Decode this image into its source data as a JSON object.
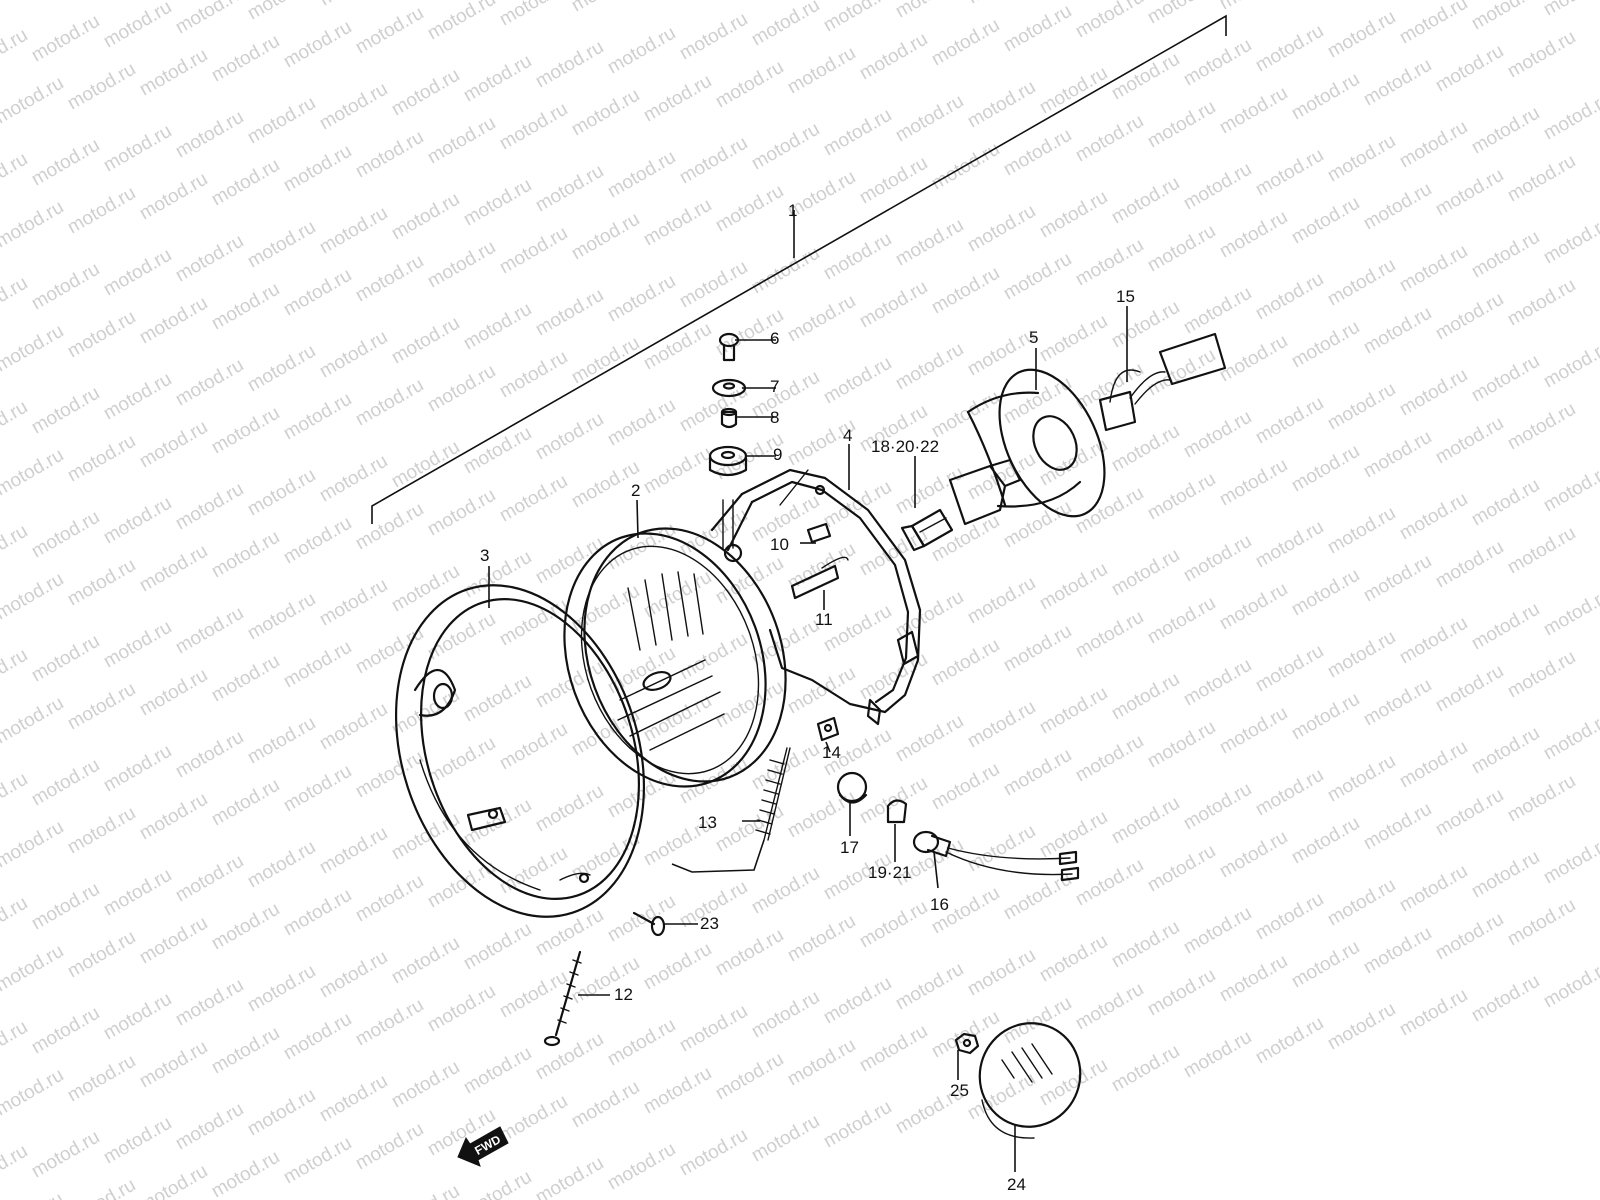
{
  "watermark": "motod.ru",
  "fwd_label": "FWD",
  "callouts": {
    "c1": "1",
    "c2": "2",
    "c3": "3",
    "c4": "4",
    "c5": "5",
    "c6": "6",
    "c7": "7",
    "c8": "8",
    "c9": "9",
    "c10": "10",
    "c11": "11",
    "c12": "12",
    "c13": "13",
    "c14": "14",
    "c15": "15",
    "c16": "16",
    "c17": "17",
    "c18_20_22": "18·20·22",
    "c19_21": "19·21",
    "c23": "23",
    "c24": "24",
    "c25": "25"
  }
}
